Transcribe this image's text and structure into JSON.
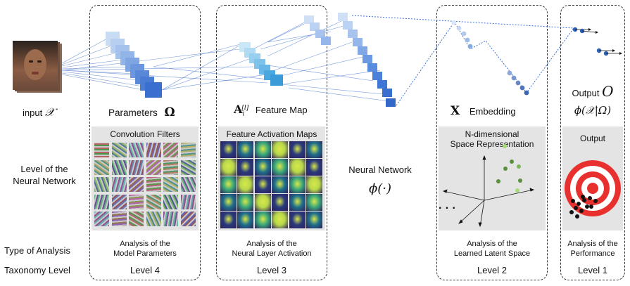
{
  "input": {
    "label": "input",
    "symbol": "𝒳"
  },
  "panels": {
    "level4": {
      "heading": "Parameters",
      "symbol": "Ω",
      "box_title": "Convolution Filters",
      "analysis": [
        "Analysis of the",
        "Model Parameters"
      ],
      "level": "Level 4"
    },
    "level3": {
      "heading_symbol": "A",
      "heading_sub": "i",
      "heading_sup": "[l]",
      "heading": "Feature Map",
      "box_title": "Feature Activation Maps",
      "analysis": [
        "Analysis of the",
        "Neural Layer Activation"
      ],
      "level": "Level 3"
    },
    "level2": {
      "symbol": "X",
      "heading": "Embedding",
      "box_title": [
        "N-dimensional",
        "Space Representation"
      ],
      "ellipsis": "· · ·",
      "analysis": [
        "Analysis of the",
        "Learned Latent Space"
      ],
      "level": "Level 2"
    },
    "level1": {
      "heading": "Output",
      "symbol": "O",
      "formula": "ϕ(𝒳|Ω)",
      "box_title": "Output",
      "analysis": [
        "Analysis of the",
        "Performance"
      ],
      "level": "Level 1"
    }
  },
  "row_labels": {
    "level_nn": [
      "Level of the",
      "Neural Network"
    ],
    "type_analysis": "Type of Analysis",
    "taxonomy": "Taxonomy Level"
  },
  "center": {
    "label": "Neural Network",
    "formula": "ϕ(·)"
  },
  "colors": {
    "blue_dark": "#3a6fd0",
    "blue_light": "#c9dcf4",
    "cyan": "#4aa8e0",
    "target_red": "#e8312f",
    "embed_green": "#5a8f3c",
    "embed_light": "#a8dc78"
  }
}
